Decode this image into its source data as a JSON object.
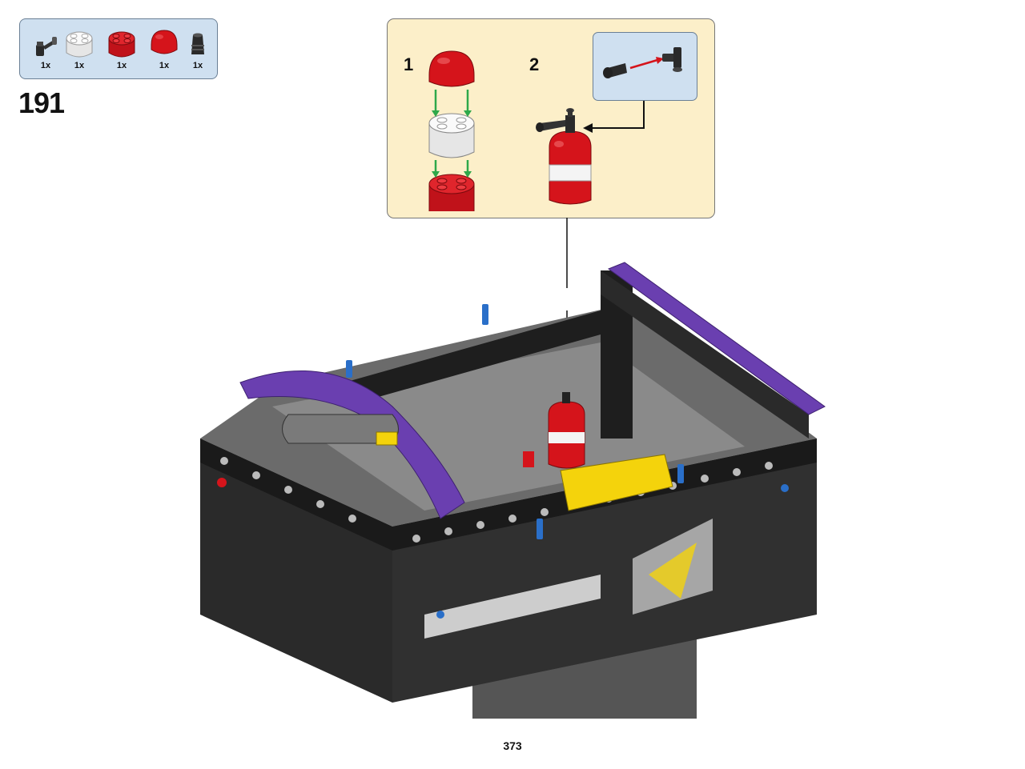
{
  "parts_list": [
    {
      "icon": "hose-connector-part-icon",
      "qty": "1x"
    },
    {
      "icon": "white-round-brick-part-icon",
      "qty": "1x"
    },
    {
      "icon": "red-round-brick-part-icon",
      "qty": "1x"
    },
    {
      "icon": "red-dome-part-icon",
      "qty": "1x"
    },
    {
      "icon": "black-nozzle-part-icon",
      "qty": "1x"
    }
  ],
  "step_number": "191",
  "substeps": [
    {
      "number": "1"
    },
    {
      "number": "2"
    }
  ],
  "page_number": "373",
  "colors": {
    "parts_box_bg": "#cfe0f0",
    "substep_box_bg": "#fcefc9",
    "lego_red": "#d5141b",
    "lego_black": "#1e1e1e",
    "lego_purple": "#6a3fb0",
    "lego_yellow": "#f4d30c",
    "lego_gray": "#9a9a9a",
    "arrow_green": "#2ea84a"
  }
}
